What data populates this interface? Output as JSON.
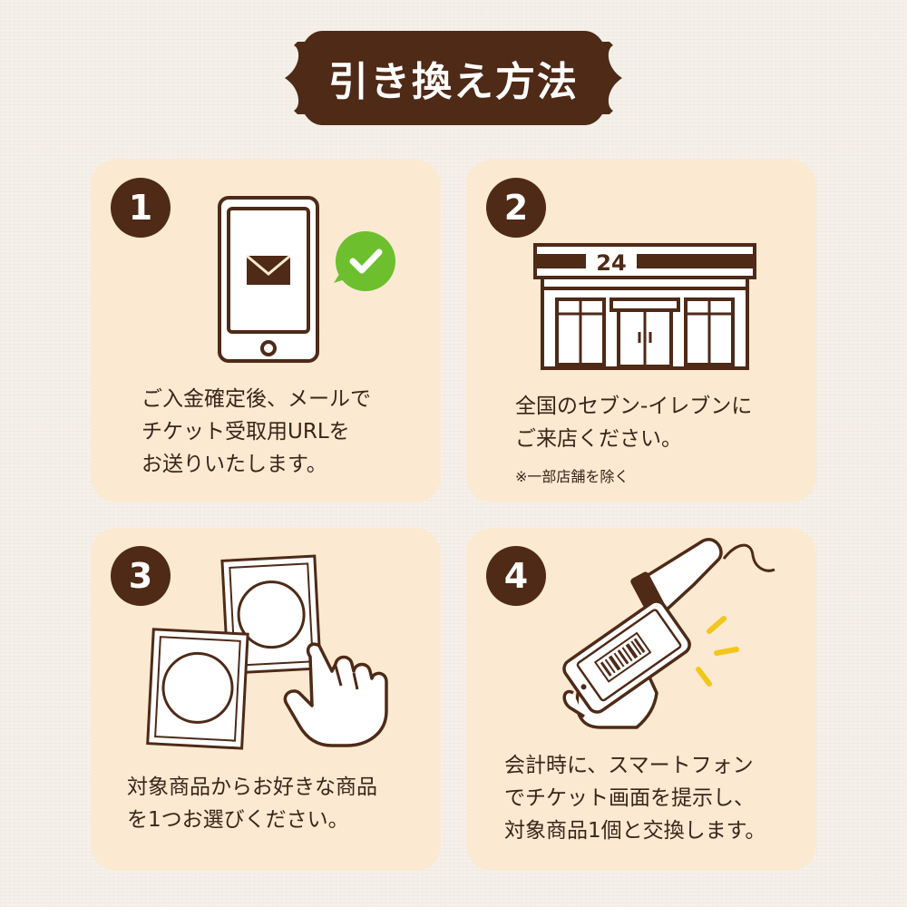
{
  "title": "引き換え方法",
  "colors": {
    "brand_brown": "#4e2a17",
    "card_bg": "#fbe9d2",
    "page_bg": "#f5f1ea",
    "check_green": "#6dbf2e",
    "flash_yellow": "#f2c71b"
  },
  "steps": [
    {
      "number": "1",
      "icon": "smartphone-mail-icon",
      "lines": [
        "ご入金確定後、メールで",
        "チケット受取用URLを",
        "お送りいたします。"
      ]
    },
    {
      "number": "2",
      "icon": "convenience-store-icon",
      "store_sign": "24",
      "lines": [
        "全国のセブン-イレブンに",
        "ご来店ください。"
      ],
      "note": "※一部店舗を除く"
    },
    {
      "number": "3",
      "icon": "select-product-icon",
      "lines": [
        "対象商品からお好きな商品",
        "を1つお選びください。"
      ]
    },
    {
      "number": "4",
      "icon": "barcode-scan-icon",
      "lines": [
        "会計時に、スマートフォン",
        "でチケット画面を提示し、",
        "対象商品1個と交換します。"
      ]
    }
  ]
}
